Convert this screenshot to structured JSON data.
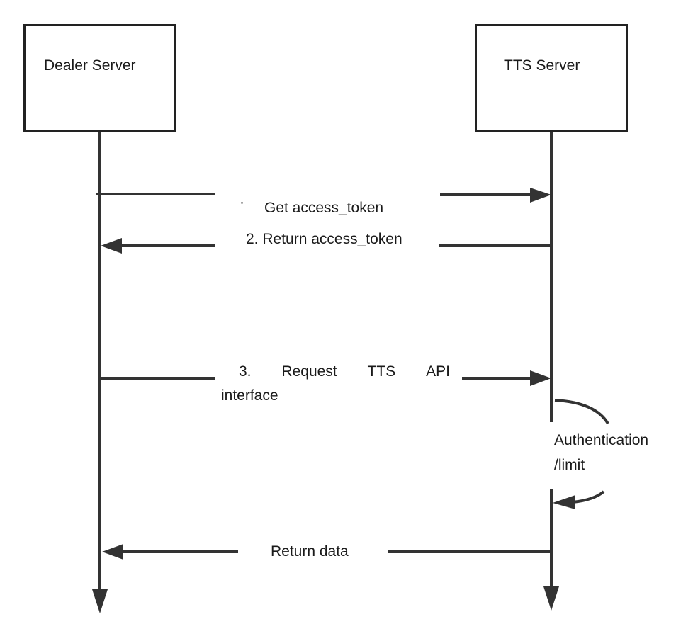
{
  "participants": {
    "dealer": "Dealer Server",
    "tts": "TTS Server"
  },
  "messages": {
    "m1_bullet": "·",
    "m1": "Get access_token",
    "m2": "2. Return access_token",
    "m3_words": [
      "3.",
      "Request",
      "TTS",
      "API"
    ],
    "m3_wrap": "interface",
    "self_line1": "Authentication",
    "self_line2": "/limit",
    "m4": "Return data"
  },
  "colors": {
    "line": "#333333",
    "text": "#1a1a1a"
  }
}
